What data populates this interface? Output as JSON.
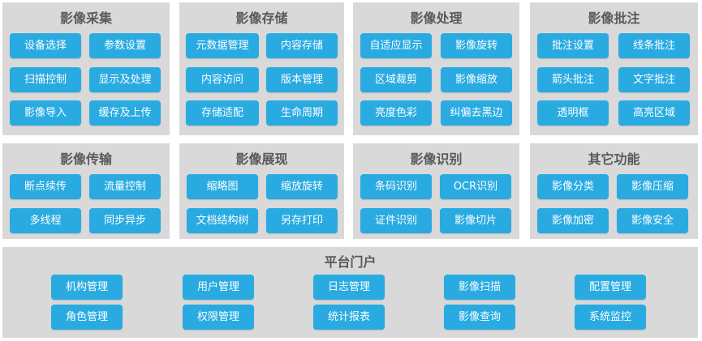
{
  "panels": [
    {
      "title": "影像采集",
      "buttons": [
        "设备选择",
        "参数设置",
        "扫描控制",
        "显示及处理",
        "影像导入",
        "缓存及上传"
      ]
    },
    {
      "title": "影像存储",
      "buttons": [
        "元数据管理",
        "内容存储",
        "内容访问",
        "版本管理",
        "存储适配",
        "生命周期"
      ]
    },
    {
      "title": "影像处理",
      "buttons": [
        "自适应显示",
        "影像旋转",
        "区域裁剪",
        "影像缩放",
        "亮度色彩",
        "纠偏去黑边"
      ]
    },
    {
      "title": "影像批注",
      "buttons": [
        "批注设置",
        "线条批注",
        "箭头批注",
        "文字批注",
        "透明框",
        "高亮区域"
      ]
    },
    {
      "title": "影像传输",
      "buttons": [
        "断点续传",
        "流量控制",
        "多线程",
        "同步异步"
      ]
    },
    {
      "title": "影像展现",
      "buttons": [
        "缩略图",
        "缩放旋转",
        "文档结构树",
        "另存打印"
      ]
    },
    {
      "title": "影像识别",
      "buttons": [
        "条码识别",
        "OCR识别",
        "证件识别",
        "影像切片"
      ]
    },
    {
      "title": "其它功能",
      "buttons": [
        "影像分类",
        "影像压缩",
        "影像加密",
        "影像安全"
      ]
    }
  ],
  "portal": {
    "title": "平台门户",
    "buttons": [
      "机构管理",
      "用户管理",
      "日志管理",
      "影像扫描",
      "配置管理",
      "角色管理",
      "权限管理",
      "统计报表",
      "影像查询",
      "系统监控"
    ]
  },
  "colors": {
    "panel_bg": "#d9d9d9",
    "button_bg": "#29abe2",
    "button_text": "#ffffff",
    "title_text": "#595959"
  }
}
